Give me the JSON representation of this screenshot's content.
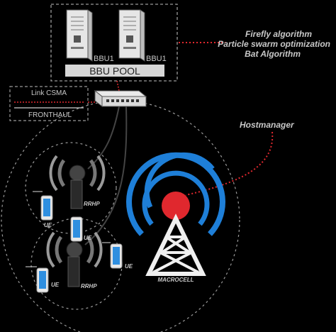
{
  "bbu_pool": {
    "label": "BBU POOL",
    "unit_a": "BBU1",
    "unit_b": "BBU1"
  },
  "algorithms": {
    "line1": "Firefly algorithm",
    "line2": "Particle swarm optimization",
    "line3": "Bat Algorithm"
  },
  "legend": {
    "link_label": "Link CSMA",
    "fronthaul_label": "FRONTHAUL"
  },
  "hostmanager_label": "Hostmanager",
  "rrhp": {
    "top_label": "RRHP",
    "bottom_label": "RRHP"
  },
  "ue_labels": [
    "UE",
    "UE",
    "UE",
    "UE"
  ],
  "macrocell_label": "MACROCELL",
  "colors": {
    "accent_red": "#e0282e",
    "wave_blue": "#1e7fd8",
    "background": "#000000",
    "phone_blue": "#2f8fe0"
  }
}
